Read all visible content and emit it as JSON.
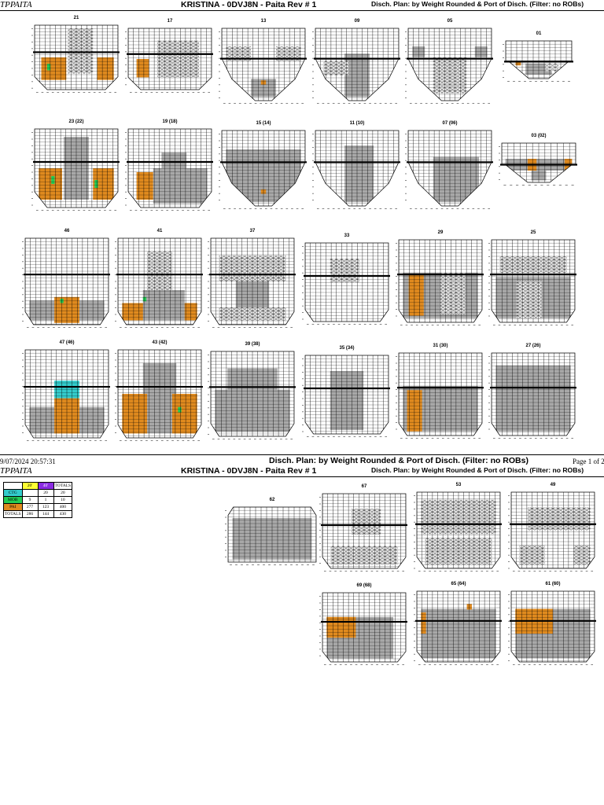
{
  "page1": {
    "port": "TPPAITA",
    "vessel_title": "KRISTINA - 0DVJ8N - Paita  Rev # 1",
    "plan_title": "Disch. Plan: by Weight Rounded & Port of Disch. (Filter: no ROBs)"
  },
  "footer": {
    "timestamp": "9/07/2024   20:57:31",
    "title": "Disch. Plan: by Weight Rounded & Port of Disch. (Filter: no ROBs)",
    "page": "Page 1 of 2"
  },
  "page2": {
    "port": "TPPAITA",
    "vessel_title": "KRISTINA - 0DVJ8N - Paita  Rev # 1",
    "plan_title": "Disch. Plan: by Weight Rounded & Port of Disch. (Filter: no ROBs)"
  },
  "colors": {
    "pai": "#e08a1e",
    "mob": "#22cc55",
    "ctg": "#33cccc",
    "occupied": "#a8a8a8",
    "col20": "#ffff33",
    "col40": "#8a2be2"
  },
  "bays": [
    {
      "label": "21",
      "profile": "deep",
      "fills": [
        [
          "o",
          0.08,
          0.5,
          0.3,
          0.35
        ],
        [
          "o",
          0.75,
          0.5,
          0.2,
          0.35
        ],
        [
          "x",
          0.4,
          0.05,
          0.3,
          0.7
        ],
        [
          "g",
          0.15,
          0.6,
          0.04,
          0.1
        ]
      ]
    },
    {
      "label": "17",
      "profile": "deep",
      "fills": [
        [
          "o",
          0.1,
          0.5,
          0.15,
          0.3
        ],
        [
          "x",
          0.35,
          0.2,
          0.5,
          0.6
        ]
      ]
    },
    {
      "label": "13",
      "profile": "vee",
      "fills": [
        [
          "x",
          0.05,
          0.25,
          0.3,
          0.2
        ],
        [
          "x",
          0.65,
          0.25,
          0.3,
          0.2
        ],
        [
          "s",
          0.35,
          0.7,
          0.3,
          0.25
        ],
        [
          "o",
          0.47,
          0.72,
          0.06,
          0.06
        ]
      ]
    },
    {
      "label": "09",
      "profile": "vee",
      "fills": [
        [
          "s",
          0.35,
          0.35,
          0.3,
          0.6
        ],
        [
          "x",
          0.1,
          0.45,
          0.3,
          0.2
        ]
      ]
    },
    {
      "label": "05",
      "profile": "vee",
      "fills": [
        [
          "s",
          0.05,
          0.25,
          0.15,
          0.15
        ],
        [
          "s",
          0.8,
          0.25,
          0.15,
          0.15
        ],
        [
          "x",
          0.3,
          0.4,
          0.4,
          0.5
        ]
      ]
    },
    {
      "label": "01",
      "profile": "small",
      "fills": [
        [
          "o",
          0.15,
          0.55,
          0.08,
          0.1
        ],
        [
          "s",
          0.3,
          0.6,
          0.4,
          0.3
        ],
        [
          "x",
          0.6,
          0.6,
          0.2,
          0.2
        ]
      ]
    },
    {
      "label": "23 (22)",
      "profile": "deep",
      "fills": [
        [
          "s",
          0.35,
          0.1,
          0.3,
          0.8
        ],
        [
          "o",
          0.05,
          0.5,
          0.28,
          0.4
        ],
        [
          "o",
          0.7,
          0.5,
          0.25,
          0.4
        ],
        [
          "g",
          0.2,
          0.6,
          0.04,
          0.1
        ],
        [
          "g",
          0.72,
          0.65,
          0.04,
          0.1
        ]
      ]
    },
    {
      "label": "19 (18)",
      "profile": "deep",
      "fills": [
        [
          "s",
          0.4,
          0.3,
          0.3,
          0.4
        ],
        [
          "o",
          0.1,
          0.55,
          0.2,
          0.35
        ],
        [
          "s",
          0.3,
          0.5,
          0.65,
          0.45
        ]
      ]
    },
    {
      "label": "15 (14)",
      "profile": "vee",
      "fills": [
        [
          "s",
          0.05,
          0.25,
          0.9,
          0.7
        ],
        [
          "o",
          0.47,
          0.78,
          0.06,
          0.06
        ]
      ]
    },
    {
      "label": "11 (10)",
      "profile": "vee",
      "fills": [
        [
          "s",
          0.35,
          0.2,
          0.35,
          0.75
        ]
      ]
    },
    {
      "label": "07 (06)",
      "profile": "vee",
      "fills": [
        [
          "s",
          0.3,
          0.35,
          0.55,
          0.6
        ]
      ]
    },
    {
      "label": "03 (02)",
      "profile": "small",
      "fills": [
        [
          "s",
          0.05,
          0.4,
          0.9,
          0.3
        ],
        [
          "o",
          0.35,
          0.4,
          0.12,
          0.3
        ],
        [
          "o",
          0.85,
          0.4,
          0.1,
          0.3
        ],
        [
          "s",
          0.4,
          0.7,
          0.2,
          0.25
        ]
      ]
    },
    {
      "label": "46",
      "profile": "wide",
      "fills": [
        [
          "s",
          0.05,
          0.72,
          0.9,
          0.23
        ],
        [
          "o",
          0.35,
          0.68,
          0.3,
          0.3
        ],
        [
          "g",
          0.42,
          0.7,
          0.04,
          0.05
        ]
      ]
    },
    {
      "label": "41",
      "profile": "wide",
      "fills": [
        [
          "x",
          0.35,
          0.15,
          0.3,
          0.5
        ],
        [
          "o",
          0.05,
          0.75,
          0.9,
          0.2
        ],
        [
          "s",
          0.3,
          0.6,
          0.5,
          0.35
        ],
        [
          "g",
          0.3,
          0.68,
          0.04,
          0.05
        ]
      ]
    },
    {
      "label": "37",
      "profile": "wide",
      "fills": [
        [
          "x",
          0.1,
          0.2,
          0.8,
          0.3
        ],
        [
          "s",
          0.3,
          0.5,
          0.4,
          0.45
        ],
        [
          "x",
          0.1,
          0.8,
          0.8,
          0.15
        ]
      ]
    },
    {
      "label": "33",
      "profile": "wide",
      "fills": [
        [
          "x",
          0.3,
          0.2,
          0.35,
          0.3
        ]
      ]
    },
    {
      "label": "29",
      "profile": "wide",
      "fills": [
        [
          "s",
          0.05,
          0.4,
          0.9,
          0.55
        ],
        [
          "o",
          0.12,
          0.42,
          0.18,
          0.5
        ],
        [
          "x",
          0.5,
          0.4,
          0.3,
          0.5
        ]
      ]
    },
    {
      "label": "25",
      "profile": "wide",
      "fills": [
        [
          "x",
          0.1,
          0.2,
          0.8,
          0.2
        ],
        [
          "s",
          0.05,
          0.45,
          0.9,
          0.5
        ],
        [
          "x",
          0.3,
          0.5,
          0.3,
          0.45
        ]
      ]
    },
    {
      "label": "47 (46)",
      "profile": "wide",
      "fills": [
        [
          "c",
          0.35,
          0.35,
          0.3,
          0.2
        ],
        [
          "s",
          0.05,
          0.65,
          0.9,
          0.3
        ],
        [
          "o",
          0.35,
          0.55,
          0.3,
          0.4
        ]
      ]
    },
    {
      "label": "43 (42)",
      "profile": "wide",
      "fills": [
        [
          "s",
          0.3,
          0.15,
          0.4,
          0.8
        ],
        [
          "o",
          0.05,
          0.5,
          0.3,
          0.45
        ],
        [
          "o",
          0.65,
          0.5,
          0.3,
          0.45
        ],
        [
          "g",
          0.72,
          0.65,
          0.04,
          0.06
        ]
      ]
    },
    {
      "label": "39 (38)",
      "profile": "wide",
      "fills": [
        [
          "s",
          0.2,
          0.2,
          0.6,
          0.75
        ],
        [
          "s",
          0.05,
          0.45,
          0.9,
          0.5
        ]
      ]
    },
    {
      "label": "35 (34)",
      "profile": "wide",
      "fills": [
        [
          "s",
          0.3,
          0.2,
          0.4,
          0.75
        ]
      ]
    },
    {
      "label": "31 (30)",
      "profile": "wide",
      "fills": [
        [
          "s",
          0.05,
          0.4,
          0.9,
          0.55
        ],
        [
          "o",
          0.1,
          0.45,
          0.18,
          0.5
        ]
      ]
    },
    {
      "label": "27 (26)",
      "profile": "wide",
      "fills": [
        [
          "s",
          0.05,
          0.15,
          0.9,
          0.8
        ]
      ]
    },
    {
      "label": "62",
      "profile": "flat",
      "fills": [
        [
          "s",
          0.05,
          0.2,
          0.9,
          0.75
        ]
      ]
    },
    {
      "label": "67",
      "profile": "wide",
      "fills": [
        [
          "x",
          0.35,
          0.2,
          0.35,
          0.35
        ],
        [
          "x",
          0.1,
          0.7,
          0.8,
          0.25
        ]
      ]
    },
    {
      "label": "53",
      "profile": "wide",
      "fills": [
        [
          "x",
          0.05,
          0.1,
          0.9,
          0.45
        ],
        [
          "x",
          0.1,
          0.6,
          0.8,
          0.35
        ]
      ]
    },
    {
      "label": "49",
      "profile": "wide",
      "fills": [
        [
          "x",
          0.2,
          0.2,
          0.75,
          0.3
        ],
        [
          "x",
          0.1,
          0.7,
          0.3,
          0.25
        ],
        [
          "x",
          0.75,
          0.7,
          0.2,
          0.25
        ]
      ]
    },
    {
      "label": "69 (68)",
      "profile": "wide",
      "fills": [
        [
          "s",
          0.05,
          0.35,
          0.8,
          0.6
        ],
        [
          "o",
          0.05,
          0.35,
          0.35,
          0.3
        ]
      ]
    },
    {
      "label": "65 (64)",
      "profile": "wide",
      "fills": [
        [
          "s",
          0.05,
          0.25,
          0.9,
          0.7
        ],
        [
          "o",
          0.05,
          0.3,
          0.06,
          0.3
        ],
        [
          "o",
          0.6,
          0.18,
          0.06,
          0.08
        ]
      ]
    },
    {
      "label": "61 (60)",
      "profile": "wide",
      "fills": [
        [
          "s",
          0.05,
          0.25,
          0.9,
          0.7
        ],
        [
          "o",
          0.05,
          0.25,
          0.45,
          0.35
        ]
      ]
    }
  ],
  "summary": {
    "header": [
      "",
      "20'",
      "40'",
      "TOTALS"
    ],
    "rows": [
      {
        "label": "CTG",
        "tag": "ctg",
        "v20": "",
        "v40": "20",
        "total": "20"
      },
      {
        "label": "MOB",
        "tag": "mob",
        "v20": "9",
        "v40": "1",
        "total": "10"
      },
      {
        "label": "PAI",
        "tag": "pai",
        "v20": "277",
        "v40": "123",
        "total": "400"
      },
      {
        "label": "TOTALS",
        "tag": "",
        "v20": "286",
        "v40": "144",
        "total": "430"
      }
    ]
  }
}
